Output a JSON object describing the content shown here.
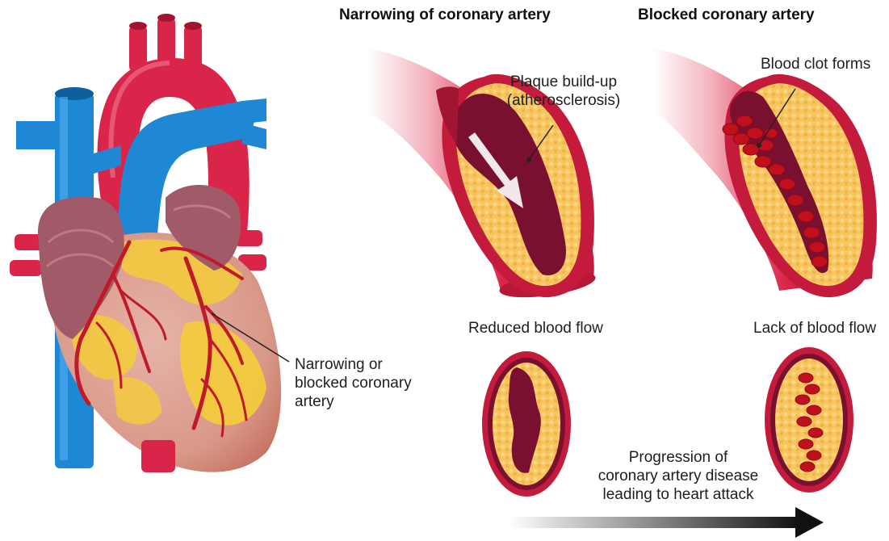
{
  "titles": {
    "narrowing": "Narrowing of coronary artery",
    "blocked": "Blocked coronary artery"
  },
  "labels": {
    "plaque": [
      "Plaque build-up",
      "(atherosclerosis)"
    ],
    "clot": "Blood clot forms",
    "reduced": "Reduced blood flow",
    "lack": "Lack of blood flow",
    "heart_callout": [
      "Narrowing or",
      "blocked coronary",
      "artery"
    ],
    "progression": [
      "Progression of",
      "coronary artery disease",
      "leading to heart attack"
    ]
  },
  "colors": {
    "artery_red": "#d9254a",
    "vein_blue": "#1e88d4",
    "plaque_yellow": "#f7c55c",
    "lumen_dark": "#7a1030",
    "clot_red": "#c0101e",
    "atrium": "#a05a68",
    "heart_muscle": "#d8a49a",
    "fat_yellow": "#f5cd3a"
  }
}
